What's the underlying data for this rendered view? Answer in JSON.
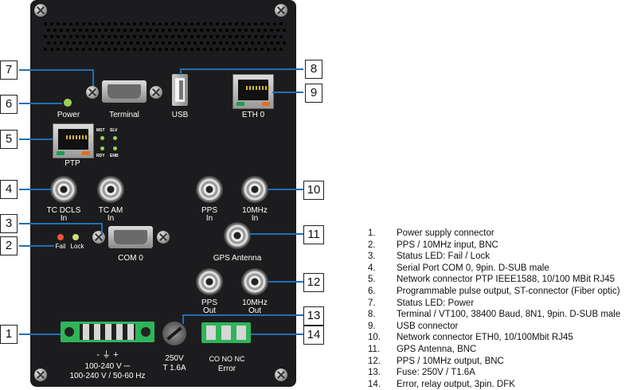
{
  "panel": {
    "labels": {
      "power": "Power",
      "terminal": "Terminal",
      "usb": "USB",
      "eth0": "ETH 0",
      "ptp": "PTP",
      "mst": "MST",
      "slv": "SLV",
      "rdy": "RDY",
      "enb": "ENB",
      "tc_dcls": "TC DCLS",
      "tc_dcls_in": "In",
      "tc_am": "TC AM",
      "tc_am_in": "In",
      "pps_in": "PPS",
      "pps_in_sub": "In",
      "tenmhz_in": "10MHz",
      "tenmhz_in_sub": "In",
      "fail": "Fail",
      "lock": "Lock",
      "com0": "COM 0",
      "gps_antenna": "GPS Antenna",
      "pps_out": "PPS",
      "pps_out_sub": "Out",
      "tenmhz_out": "10MHz",
      "tenmhz_out_sub": "Out",
      "power_symbols": "-  ⏚  +",
      "voltage_dc": "100-240 V ⎓",
      "voltage_ac": "100-240 V / 50-60 Hz",
      "fuse_v": "250V",
      "fuse_a": "T 1.6A",
      "error_pins": "CO NO  NC",
      "error": "Error"
    }
  },
  "callouts": [
    "7",
    "6",
    "5",
    "4",
    "3",
    "2",
    "1",
    "8",
    "9",
    "10",
    "11",
    "12",
    "13",
    "14"
  ],
  "legend": [
    {
      "num": "1.",
      "text": "Power supply connector"
    },
    {
      "num": "2.",
      "text": "PPS / 10MHz input, BNC"
    },
    {
      "num": "3.",
      "text": "Status LED: Fail / Lock"
    },
    {
      "num": "4.",
      "text": "Serial Port COM 0,  9pin. D-SUB male"
    },
    {
      "num": "5.",
      "text": "Network connector PTP IEEE1588, 10/100 MBit RJ45"
    },
    {
      "num": "6.",
      "text": "Programmable pulse output, ST-connector (Fiber optic)"
    },
    {
      "num": "7.",
      "text": "Status LED: Power"
    },
    {
      "num": "8.",
      "text": "Terminal / VT100, 38400 Baud, 8N1, 9pin. D-SUB male"
    },
    {
      "num": "9.",
      "text": "USB connector"
    },
    {
      "num": "10.",
      "text": "Network connector ETH0, 10/100Mbit RJ45"
    },
    {
      "num": "11.",
      "text": "GPS Antenna, BNC"
    },
    {
      "num": "12.",
      "text": "PPS / 10MHz output, BNC"
    },
    {
      "num": "13.",
      "text": "Fuse: 250V / T1.6A"
    },
    {
      "num": "14.",
      "text": "Error, relay output, 3pin. DFK"
    }
  ],
  "colors": {
    "panel": "#1c1c1e",
    "leader": "#1f6fb5",
    "led_green": "#9bd15a",
    "led_red": "#e8553a",
    "connector_green": "#2fb45a"
  }
}
